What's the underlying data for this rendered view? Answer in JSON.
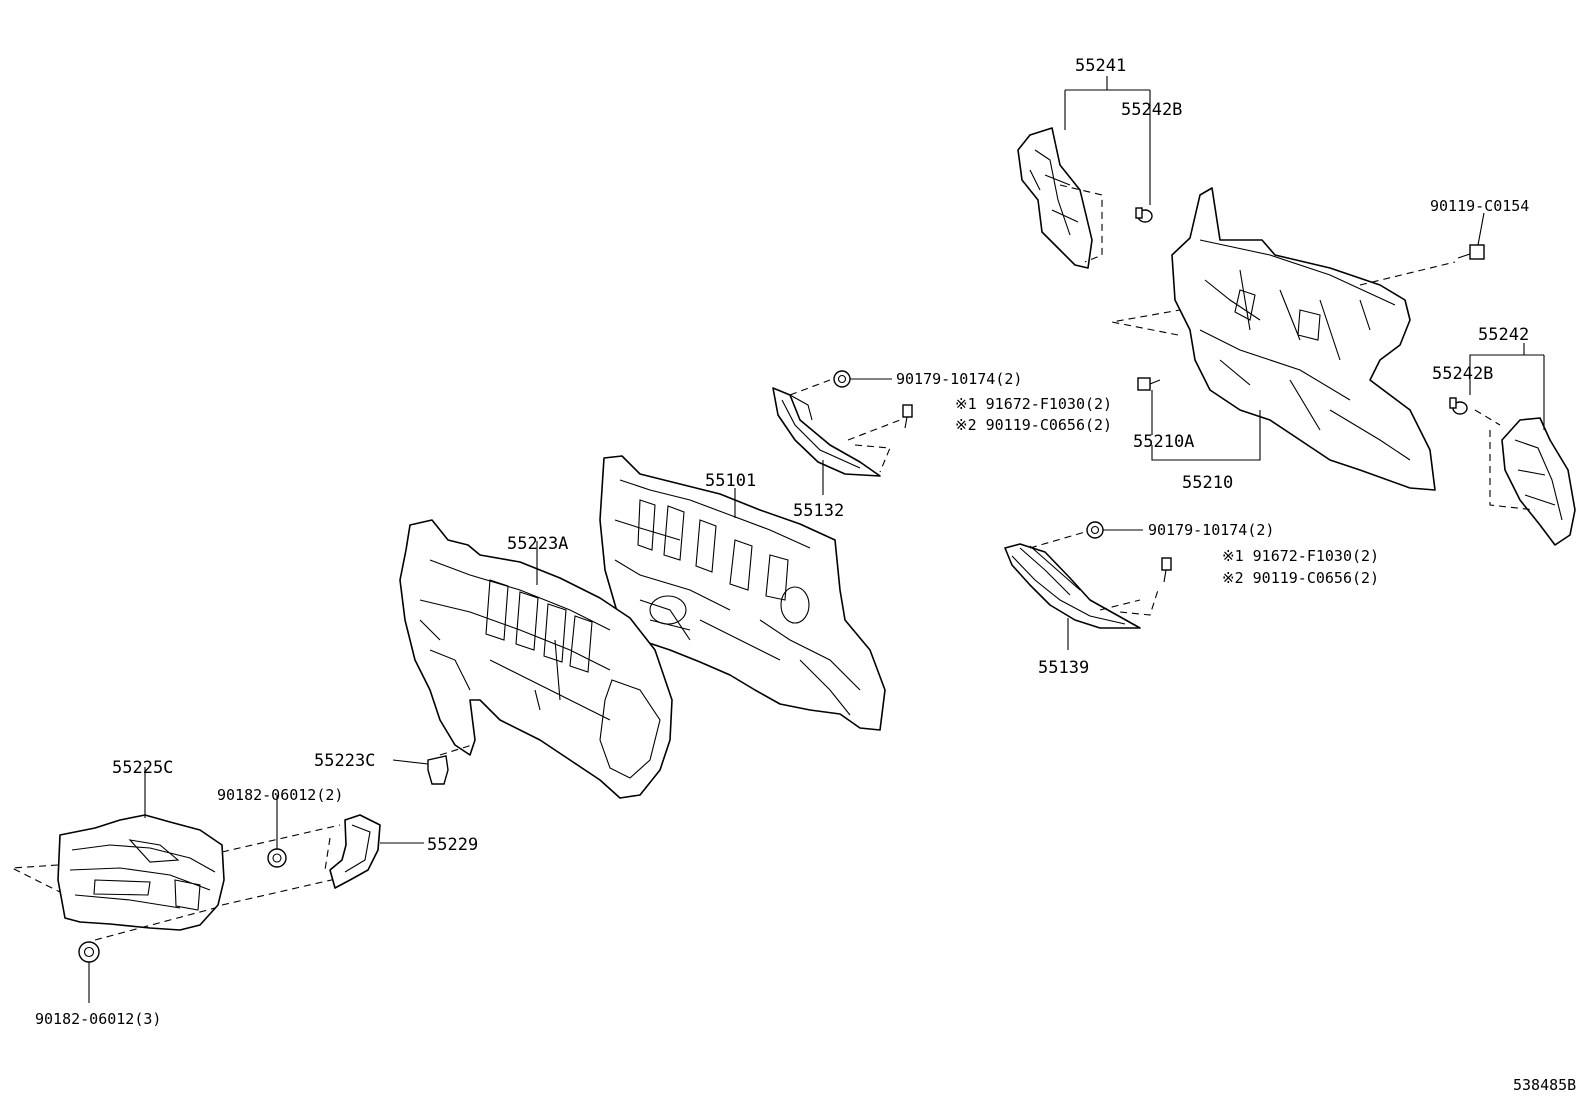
{
  "diagram_id": "538485B",
  "labels": {
    "p55241": "55241",
    "p55242B_top": "55242B",
    "p90119_C0154": "90119-C0154",
    "p55242": "55242",
    "p55242B_right": "55242B",
    "p55210A": "55210A",
    "p55210": "55210",
    "p90179_top": "90179-10174(2)",
    "p91672_top": "※1 91672-F1030(2)",
    "p90119_C0656_top": "※2 90119-C0656(2)",
    "p55132": "55132",
    "p55101": "55101",
    "p55223A": "55223A",
    "p90179_mid": "90179-10174(2)",
    "p91672_mid": "※1 91672-F1030(2)",
    "p90119_C0656_mid": "※2 90119-C0656(2)",
    "p55139": "55139",
    "p55223C": "55223C",
    "p55225C": "55225C",
    "p90182_2": "90182-06012(2)",
    "p55229": "55229",
    "p90182_3": "90182-06012(3)"
  }
}
